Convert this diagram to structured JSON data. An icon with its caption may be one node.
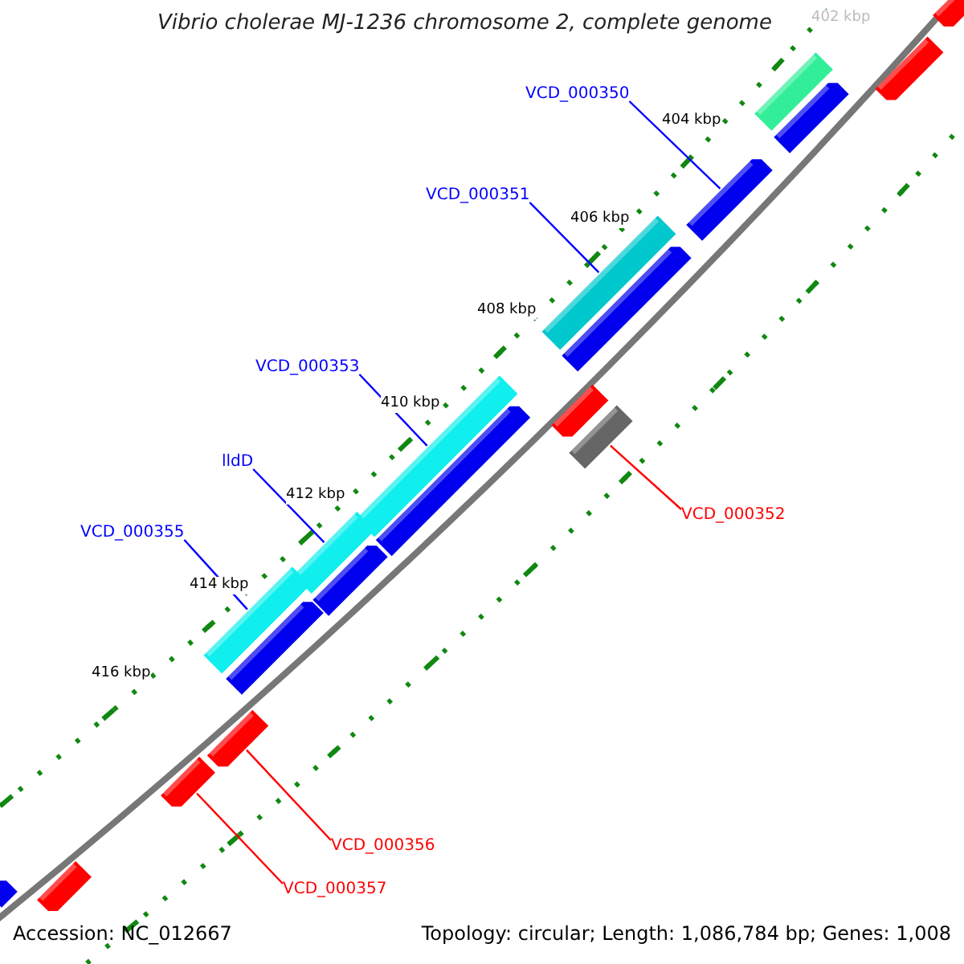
{
  "diagram": {
    "title": "Vibrio cholerae MJ-1236 chromosome 2, complete genome",
    "nodes": [
      {
        "text": [],
        "shape": "arrow"
      },
      {
        "text": [],
        "shape": "arrow"
      },
      {
        "text": [],
        "shape": "bar"
      },
      {
        "text": [
          "VCD_000350"
        ]
      },
      {
        "text": [],
        "shape": "arrow"
      },
      {
        "text": [],
        "shape": "arrow"
      },
      {
        "text": [
          "VCD_000351"
        ]
      },
      {
        "text": [],
        "shape": "bar"
      },
      {
        "text": [],
        "shape": "arrow"
      },
      {
        "text": [
          "VCD_000353"
        ]
      },
      {
        "text": [],
        "shape": "arrow"
      },
      {
        "text": [],
        "shape": "bar"
      },
      {
        "text": [],
        "shape": "bar"
      },
      {
        "text": [
          "lldD"
        ]
      },
      {
        "text": [],
        "shape": "arrow"
      },
      {
        "text": [
          "VCD_000352"
        ]
      },
      {
        "text": [
          "VCD_000355"
        ]
      },
      {
        "text": [],
        "shape": "bar"
      },
      {
        "text": [],
        "shape": "arrow"
      },
      {
        "text": [],
        "shape": "bar"
      },
      {
        "text": [],
        "shape": "arrow"
      },
      {
        "text": [],
        "shape": "arrow"
      },
      {
        "text": [],
        "shape": "arrow"
      },
      {
        "text": [
          "VCD_000356"
        ]
      },
      {
        "text": [],
        "shape": "arrow"
      },
      {
        "text": [],
        "shape": "arrow"
      },
      {
        "text": [
          "VCD_000357"
        ]
      }
    ],
    "edges": [
      {
        "from": 3,
        "to": 5,
        "arrow": "none"
      },
      {
        "from": 6,
        "to": 7,
        "arrow": "none"
      },
      {
        "from": 9,
        "to": 12,
        "arrow": "none"
      },
      {
        "from": 13,
        "to": 17,
        "arrow": "none"
      },
      {
        "from": 16,
        "to": 19,
        "arrow": "none"
      },
      {
        "from": 15,
        "to": 11,
        "arrow": "none",
        "color": "#ff0000"
      },
      {
        "from": 23,
        "to": 21,
        "arrow": "none",
        "color": "#ff0000"
      },
      {
        "from": 26,
        "to": 22,
        "arrow": "none",
        "color": "#ff0000"
      }
    ],
    "labels": [
      "402 kbp",
      "404 kbp",
      "406 kbp",
      "408 kbp",
      "410 kbp",
      "412 kbp",
      "414 kbp",
      "416 kbp",
      "Accession: NC_012667",
      "Topology: circular; Length: 1,086,784 bp; Genes: 1,008"
    ]
  }
}
